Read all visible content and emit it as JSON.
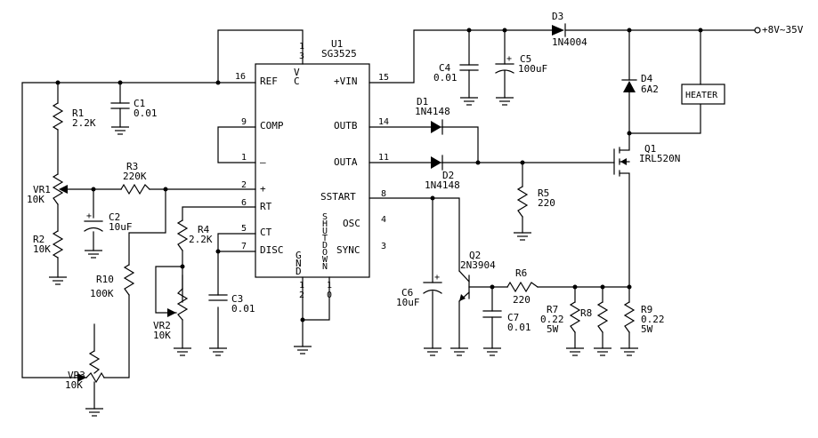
{
  "ic": {
    "ref": "U1",
    "part": "SG3525",
    "pins": {
      "vc_a": "1",
      "vc_b": "3",
      "ref": "16",
      "comp": "9",
      "inv": "1",
      "noninv": "2",
      "rt": "6",
      "ct": "5",
      "disc": "7",
      "vin": "15",
      "outb": "14",
      "outa": "11",
      "sstart": "8",
      "osc": "4",
      "sync": "3",
      "gnd_a": "1",
      "gnd_b": "2",
      "sd_a": "1",
      "sd_b": "0"
    },
    "labels": {
      "ref": "REF",
      "vc_v": "V",
      "vc_c": "C",
      "comp": "COMP",
      "inv": "–",
      "noninv": "+",
      "rt": "RT",
      "ct": "CT",
      "disc": "DISC",
      "vin": "+VIN",
      "outb": "OUTB",
      "outa": "OUTA",
      "sstart": "SSTART",
      "osc": "OSC",
      "sync": "SYNC",
      "gnd": [
        "G",
        "N",
        "D"
      ],
      "shutdown": [
        "S",
        "H",
        "U",
        "T",
        "D",
        "O",
        "W",
        "N"
      ]
    }
  },
  "supply": "+8V~35V",
  "parts": {
    "c1": {
      "name": "C1",
      "value": "0.01"
    },
    "r1": {
      "name": "R1",
      "value": "2.2K"
    },
    "vr1": {
      "name": "VR1",
      "value": "10K"
    },
    "r2": {
      "name": "R2",
      "value": "10K"
    },
    "r3": {
      "name": "R3",
      "value": "220K"
    },
    "c2": {
      "name": "C2",
      "value": "10uF"
    },
    "r10": {
      "name": "R10",
      "value": "100K"
    },
    "vr3": {
      "name": "VR3",
      "value": "10K"
    },
    "r4": {
      "name": "R4",
      "value": "2.2K"
    },
    "vr2": {
      "name": "VR2",
      "value": "10K"
    },
    "c3": {
      "name": "C3",
      "value": "0.01"
    },
    "c4": {
      "name": "C4",
      "value": "0.01"
    },
    "c5": {
      "name": "C5",
      "value": "100uF"
    },
    "d3": {
      "name": "D3",
      "value": "1N4004"
    },
    "d4": {
      "name": "D4",
      "value": "6A2"
    },
    "d1": {
      "name": "D1",
      "value": "1N4148"
    },
    "d2": {
      "name": "D2",
      "value": "1N4148"
    },
    "q1": {
      "name": "Q1",
      "value": "IRL520N"
    },
    "r5": {
      "name": "R5",
      "value": "220"
    },
    "c6": {
      "name": "C6",
      "value": "10uF"
    },
    "q2": {
      "name": "Q2",
      "value": "2N3904"
    },
    "r6": {
      "name": "R6",
      "value": "220"
    },
    "c7": {
      "name": "C7",
      "value": "0.01"
    },
    "r7": {
      "name": "R7",
      "value": "0.22",
      "power": "5W"
    },
    "r8": {
      "name": "R8"
    },
    "r9": {
      "name": "R9",
      "value": "0.22",
      "power": "5W"
    }
  },
  "heater": "HEATER",
  "polarity": "+"
}
